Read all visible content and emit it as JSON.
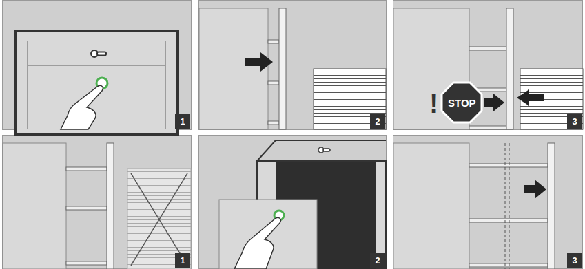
{
  "diagram": {
    "labels": [
      "1",
      "2",
      "STOP",
      "!",
      "3",
      "1",
      "2",
      "3"
    ]
  }
}
